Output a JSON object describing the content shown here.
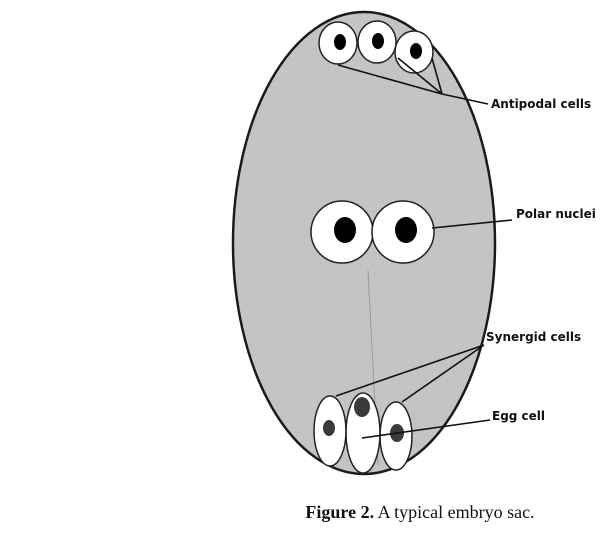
{
  "labels": {
    "antipodal": "Antipodal cells",
    "polar": "Polar nuclei",
    "synergid": "Synergid cells",
    "egg": "Egg cell"
  },
  "caption": {
    "number": "Figure 2.",
    "text": " A typical embryo sac."
  },
  "colors": {
    "sac_fill": "#c9c9c9",
    "sac_stroke": "#1a1a1a",
    "cell_fill": "#ffffff",
    "nucleus_dark": "#000000",
    "nucleus_grey": "#3a3a3a"
  }
}
